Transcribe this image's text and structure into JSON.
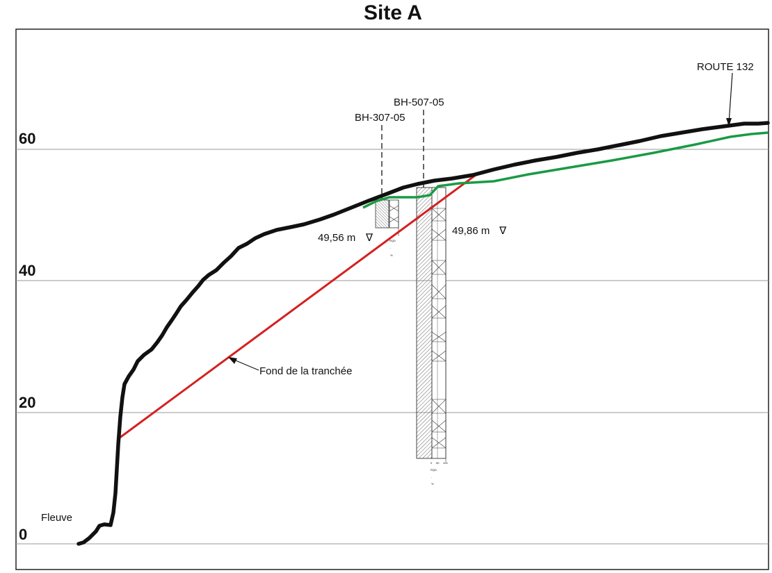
{
  "title": "Site A",
  "y_axis": {
    "ticks": [
      0,
      20,
      40,
      60
    ],
    "labels": [
      "0",
      "20",
      "40",
      "60"
    ]
  },
  "labels": {
    "fleuve": "Fleuve",
    "route": "ROUTE 132",
    "fond": "Fond de la tranchée",
    "bh307": "BH-307-05",
    "bh507": "BH-507-05",
    "water307": "49,56 m",
    "water507": "49,86 m",
    "water_symbol": "∇",
    "rqd": "RQD",
    "rqd_ticks": [
      "0",
      "50",
      "100"
    ],
    "dash": "-",
    "percent": "%"
  },
  "colors": {
    "terrain": "#111111",
    "green_line": "#1a9a44",
    "trench": "#d42020",
    "grid": "#9a9a9a",
    "frame": "#222222"
  }
}
